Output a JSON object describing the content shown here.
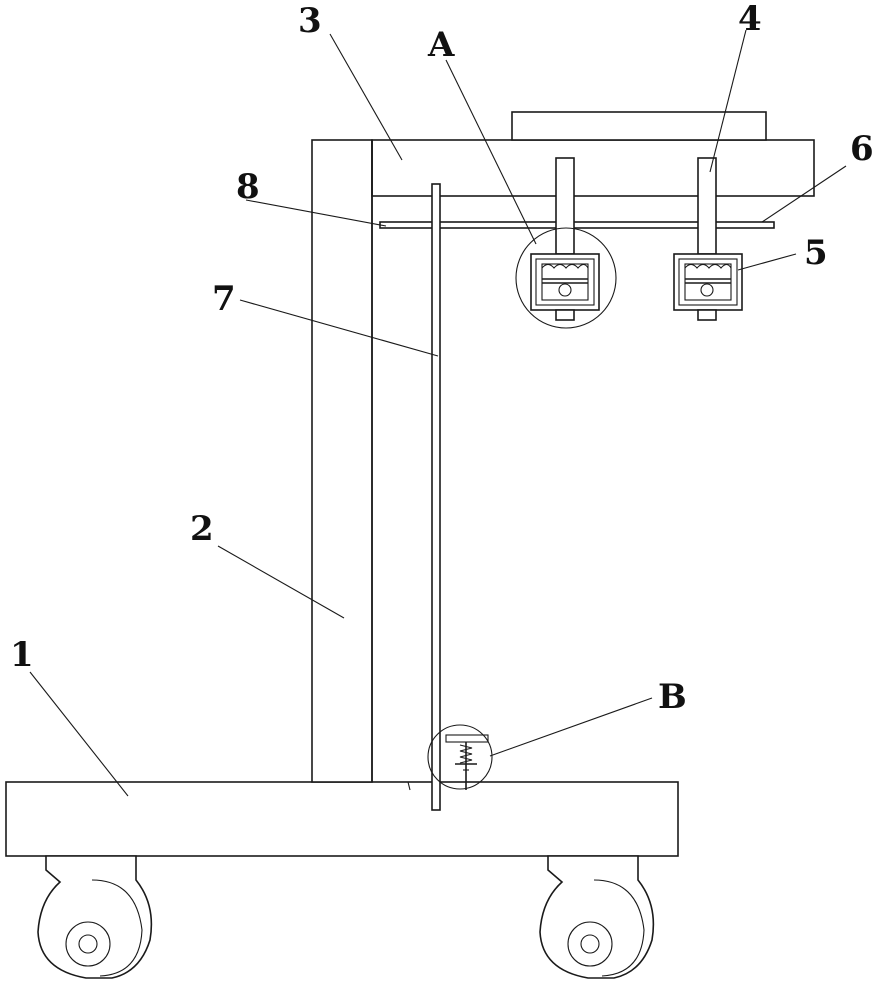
{
  "callouts": [
    {
      "id": "1",
      "text": "1"
    },
    {
      "id": "2",
      "text": "2"
    },
    {
      "id": "3",
      "text": "3"
    },
    {
      "id": "4",
      "text": "4"
    },
    {
      "id": "5",
      "text": "5"
    },
    {
      "id": "6",
      "text": "6"
    },
    {
      "id": "7",
      "text": "7"
    },
    {
      "id": "8",
      "text": "8"
    },
    {
      "id": "A",
      "text": "A"
    },
    {
      "id": "B",
      "text": "B"
    }
  ]
}
